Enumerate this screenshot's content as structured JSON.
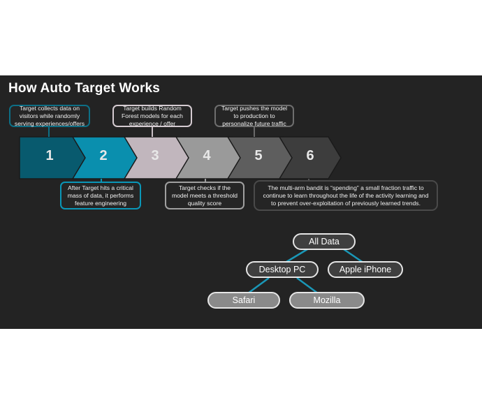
{
  "slide": {
    "title": "How Auto Target Works"
  },
  "colors": {
    "background": "#232323",
    "step1": "#085a6e",
    "step2": "#0a8fae",
    "step3": "#c1b6bd",
    "step4": "#9a9a9a",
    "step5": "#5e5e5e",
    "step6": "#3d3d3d",
    "tree_connector": "#1a97b7"
  },
  "steps": [
    {
      "number": "1",
      "label": "1"
    },
    {
      "number": "2",
      "label": "2"
    },
    {
      "number": "3",
      "label": "3"
    },
    {
      "number": "4",
      "label": "4"
    },
    {
      "number": "5",
      "label": "5"
    },
    {
      "number": "6",
      "label": "6"
    }
  ],
  "callouts": [
    {
      "step": "1",
      "text": "Target collects data on\nvisitors while randomly\nserving experiences/offers"
    },
    {
      "step": "2",
      "text": "After Target hits a critical\nmass of data, it performs\nfeature engineering"
    },
    {
      "step": "3",
      "text": "Target builds Random\nForest models for each\nexperience / offer"
    },
    {
      "step": "4",
      "text": "Target checks if the\nmodel meets a threshold\nquality score"
    },
    {
      "step": "5",
      "text": "Target pushes the model\nto production to\npersonalize future traffic"
    },
    {
      "step": "6",
      "text": "The multi-arm bandit is “spending” a small fraction traffic to\ncontinue to learn throughout the life of the activity learning and\nto prevent over-exploitation of previously learned trends."
    }
  ],
  "tree": {
    "root": "All Data",
    "level1": [
      "Desktop PC",
      "Apple iPhone"
    ],
    "level2": [
      "Safari",
      "Mozilla"
    ]
  }
}
